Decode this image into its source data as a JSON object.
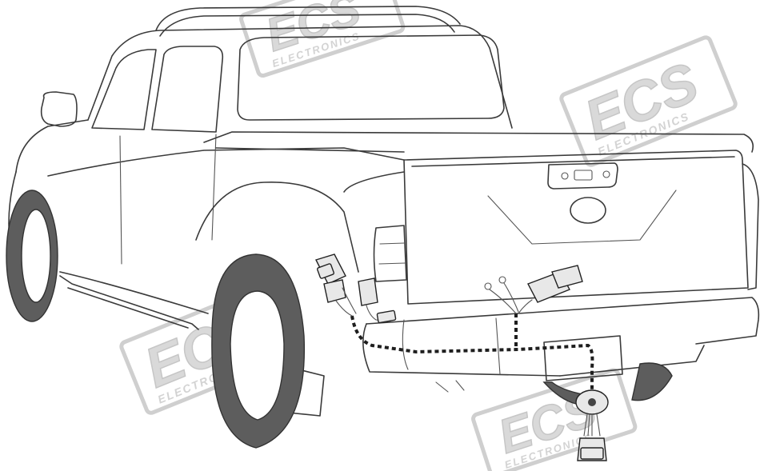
{
  "watermark": {
    "brand": "ECS",
    "sub": "ELECTRONICS"
  },
  "colors": {
    "tire": "#5d5d5d",
    "outline": "#3a3a3a",
    "wiring": "#1e1e1e",
    "watermark": "#d0d0d0"
  },
  "parts": {
    "vehicle": "pickup-truck",
    "harness": "dashed-wiring-route",
    "socket": "13-pin-towbar-socket"
  }
}
